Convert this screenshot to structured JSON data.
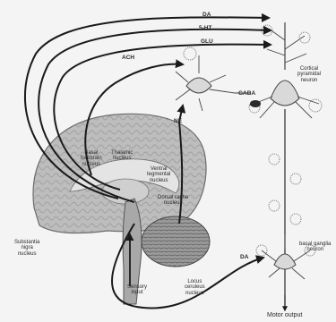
{
  "diagram": {
    "pathways": {
      "da_top": "DA",
      "serotonin": "5-HT",
      "glutamate": "GLU",
      "acetylcholine": "ACH",
      "norepinephrine": "NE",
      "gaba": "GABA",
      "da_basal": "DA"
    },
    "neurons": {
      "cortical_pyramidal": [
        "Cortical",
        "pyramidal",
        "neuron"
      ],
      "basal_ganglia": [
        "basal ganglia",
        "neuron"
      ]
    },
    "brain_regions": {
      "basal_forebrain": [
        "Basal",
        "forebrain",
        "nucleus"
      ],
      "thalamic": [
        "Thalamic",
        "nucleus"
      ],
      "ventral_tegmental": [
        "Ventral",
        "tegmental",
        "nucleus"
      ],
      "dorsal_raphe": [
        "Dorsal raphe",
        "nucleus"
      ],
      "substantia_nigra": [
        "Substantia",
        "nigra",
        "nucleus"
      ],
      "sensory_input": [
        "Sensory",
        "input"
      ],
      "locus_ceruleus": [
        "Locus",
        "ceruleus",
        "nucleus"
      ]
    },
    "motor_output": "Motor output"
  },
  "colors": {
    "background": "#f4f4f4",
    "pathway_line": "#1a1a1a",
    "brain_cortex": "#bdbdbd",
    "brain_outline": "#6a6a6a",
    "neuron_fill": "#d9d9d9"
  }
}
